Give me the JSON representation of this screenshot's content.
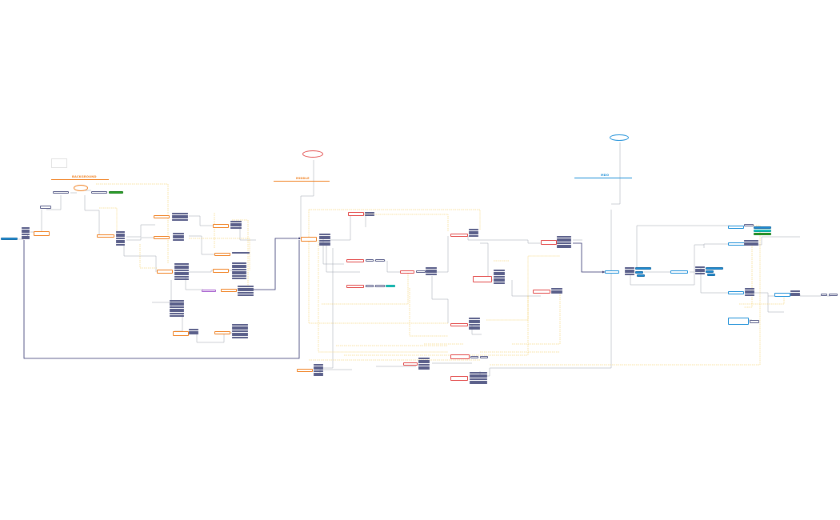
{
  "diagram": {
    "sections": [
      {
        "id": "left",
        "title": "BACKGROUND",
        "color": "#f08020"
      },
      {
        "id": "mid",
        "title": "MIDDLE",
        "color": "#f08020"
      },
      {
        "id": "right",
        "title": "MDO",
        "color": "#1d8fd8"
      }
    ],
    "colors": {
      "orange": "#f08020",
      "red": "#e24848",
      "blue": "#1d8fd8",
      "purple": "#a45acd",
      "navy": "#3a3f75",
      "gray": "#9aa0ad",
      "yellow": "#f2c444"
    },
    "legend": {
      "title": "",
      "symbol": ""
    }
  }
}
